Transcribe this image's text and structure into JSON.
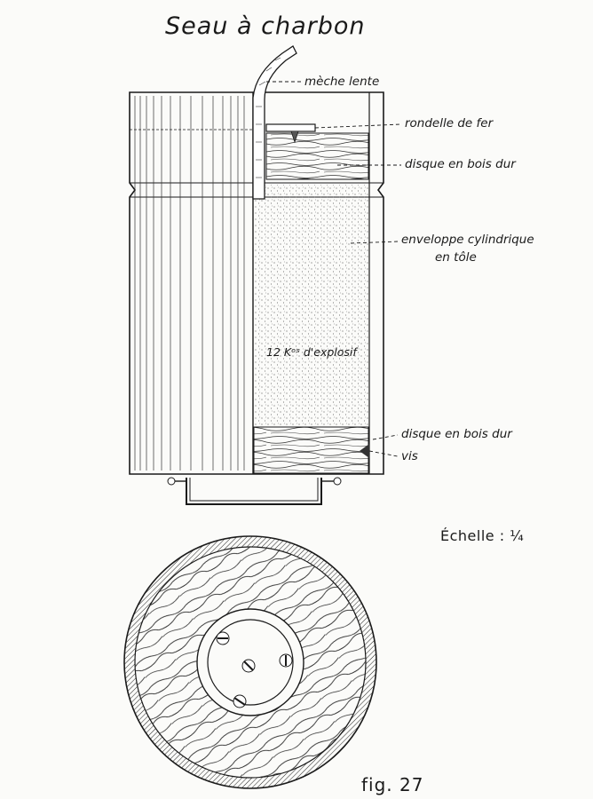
{
  "title": "Seau à charbon",
  "labels": {
    "meche": "mèche lente",
    "rondelle": "rondelle de fer",
    "disque_top": "disque en bois dur",
    "enveloppe_line1": "enveloppe cylindrique",
    "enveloppe_line2": "en tôle",
    "disque_bottom": "disque en bois dur",
    "vis": "vis",
    "explosif": "12 Kᵒˢ d'explosif"
  },
  "scale": "Échelle : ¼",
  "figure_number": "fig. 27",
  "colors": {
    "ink": "#1a1a1a",
    "paper": "#fbfbf9"
  }
}
